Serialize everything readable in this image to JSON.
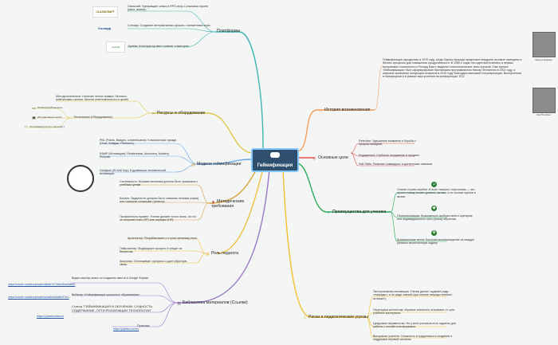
{
  "center": {
    "title": "Геймификация"
  },
  "branches": {
    "history": "История возникновения",
    "platforms": "Платформы",
    "resources": "Ресурсы и оборудование",
    "models": "Модели геймификации",
    "goals": "Основные цели",
    "advantages": "Преимущества для ученика",
    "methodical": "Методические требования",
    "teacher_role": "Роль педагога",
    "library": "Библиотека материалов (Ссылки)",
    "risks": "Риски и педагогические угрозы"
  },
  "history": {
    "text": "Геймификация зародилась в 1970 году, когда Чарльз Кунрадт предложил внедрить игровые принципы в бизнес-процессы для повышения продуктивности. В 1980-х годах эти идеи воплотились в первых программах лояльности и Ричард Бартл выделил психологические типы игроков. Сам термин «геймификация» был сформулирован британским программистом Ником Пеллингом в 2002 году, а широкое признание концепция получила в 2010 году благодаря массовой популяризации. Выступления в Калифорнии и в рамках выступления на конференции TED.",
    "photo1": "Чарльз Кунрадт",
    "photo2": "Ник Пеллинг"
  },
  "platforms": {
    "p1_logo": "CLASSCRAFT",
    "p1": "Classcraft: Превращает класс в RPG-игру с классами героев (маги, воины).",
    "p2_logo": "Coreapp",
    "p2": "Coreapp: Создание интерактивных уроков с элементами игры.",
    "p3_logo": "Joyteka",
    "p3": "Joyteka: Конструктор квест-комнат и викторин."
  },
  "resources": {
    "metodic": "Методологическое: Наличие четких правил, балльно-рейтинговых систем, баллов ответственности и целей.",
    "technical": "Техническое (Оборудование)",
    "tech1": "ПК/Ноутбук/Планшеты",
    "tech2": "Интерактивные доски",
    "tech3": "Устойчивый доступ к интернету"
  },
  "models": {
    "pbl": "PBL (Points, Badges, Leaderboards): Классическая триада (Очки, Бейджи, Рейтинги).",
    "rams": "RAMP (Мотивация): Relatedness, Autonomy, Mastery, Purpose.",
    "octalysis": "Octalysis (Ю-Кай Чоу): 8 драйверов человеческой мотивации."
  },
  "goals": {
    "g1": "Retention: Удержание внимания и борьба с прокрастинацией.",
    "g2": "Engagement: Глубокое погружение в предмет.",
    "g3": "Soft Skills: Развитие командных и критических навыков."
  },
  "advantages": {
    "a1": "Снятие страха ошибки: В игре «смерть» персонажа — это просто повод начать уровень заново, а не плохая оценка в жизни.",
    "a2": "Персонализация: Возможность выбора своего сценария или индивидуального пути (трека) обучения.",
    "a3": "Дофаминовая петля: Быстрая вознаграждение за каждую успешно выполненную задачу.",
    "a1_icon": "face-icon",
    "a2_icon": "game-icon",
    "a3_icon": "trophy-icon"
  },
  "methodical": {
    "m1": "Системность: Игровая механика должна быть привязана к учебным целям.",
    "m2": "Баланс: Задания не должны быть слишком легкими (скука) или слишком сложными (тревога).",
    "m3": "Прозрачность правил: Ученик должен точно знать, за что он получает очки (XP) или штрафы (HP)."
  },
  "teacher_role": {
    "r1": "Архитектор: Разрабатывает и строит механику игры.",
    "r2": "Гейм-мастер: Модерирует процесс и следит за балансом.",
    "r3": "Аналитик: Отслеживает прогресс и дает обратную связь."
  },
  "library": {
    "l1": "Видео мастер-класс по созданию квеста в Google Формы",
    "l1_url": "https://rutube.ru/video/private/d8a3b7e73b6c2f0a0d8d2/",
    "l2": "Вебинар «Геймификация школьного образования»",
    "l2_url": "https://rutube.ru/video/private/cd1a6e9d3a9b2f7e1/",
    "l3": "Статья \"ГЕЙМИФИКАЦИЯ В ОБУЧЕНИИ: СУЩНОСТЬ, СОДЕРЖАНИЕ, ПУТИ РЕАЛИЗАЦИИ ТЕХНОЛОГИИ\"",
    "l3_url": "https://cyberleninka.ru/",
    "l4": "Практика",
    "l4_url": "https://joyteka.com/ru"
  },
  "risks": {
    "r1": "Экстернальная мотивация: Ученик делает задание ради «награды», а не ради знаний (при отмене награды интерес исчезает).",
    "r2": "Перегрузка контентом: Игровые элементы отвлекают от сути учебного материала.",
    "r3": "Цифровое неравенство: Не у всех учеников есть гаджеты для работы с онлайн-платформами.",
    "r4": "Выгорание учителя: Сложность и трудоемкость создания и поддержки игровой системы."
  },
  "colors": {
    "history": "#f5a05a",
    "platforms": "#3fb6b4",
    "resources": "#e1c84b",
    "models": "#6aa8e8",
    "goals": "#e05252",
    "advantages": "#2eaa5a",
    "methodical": "#d9a441",
    "teacher_role": "#f0c040",
    "library": "#9a78c8",
    "risks": "#f2c130"
  }
}
